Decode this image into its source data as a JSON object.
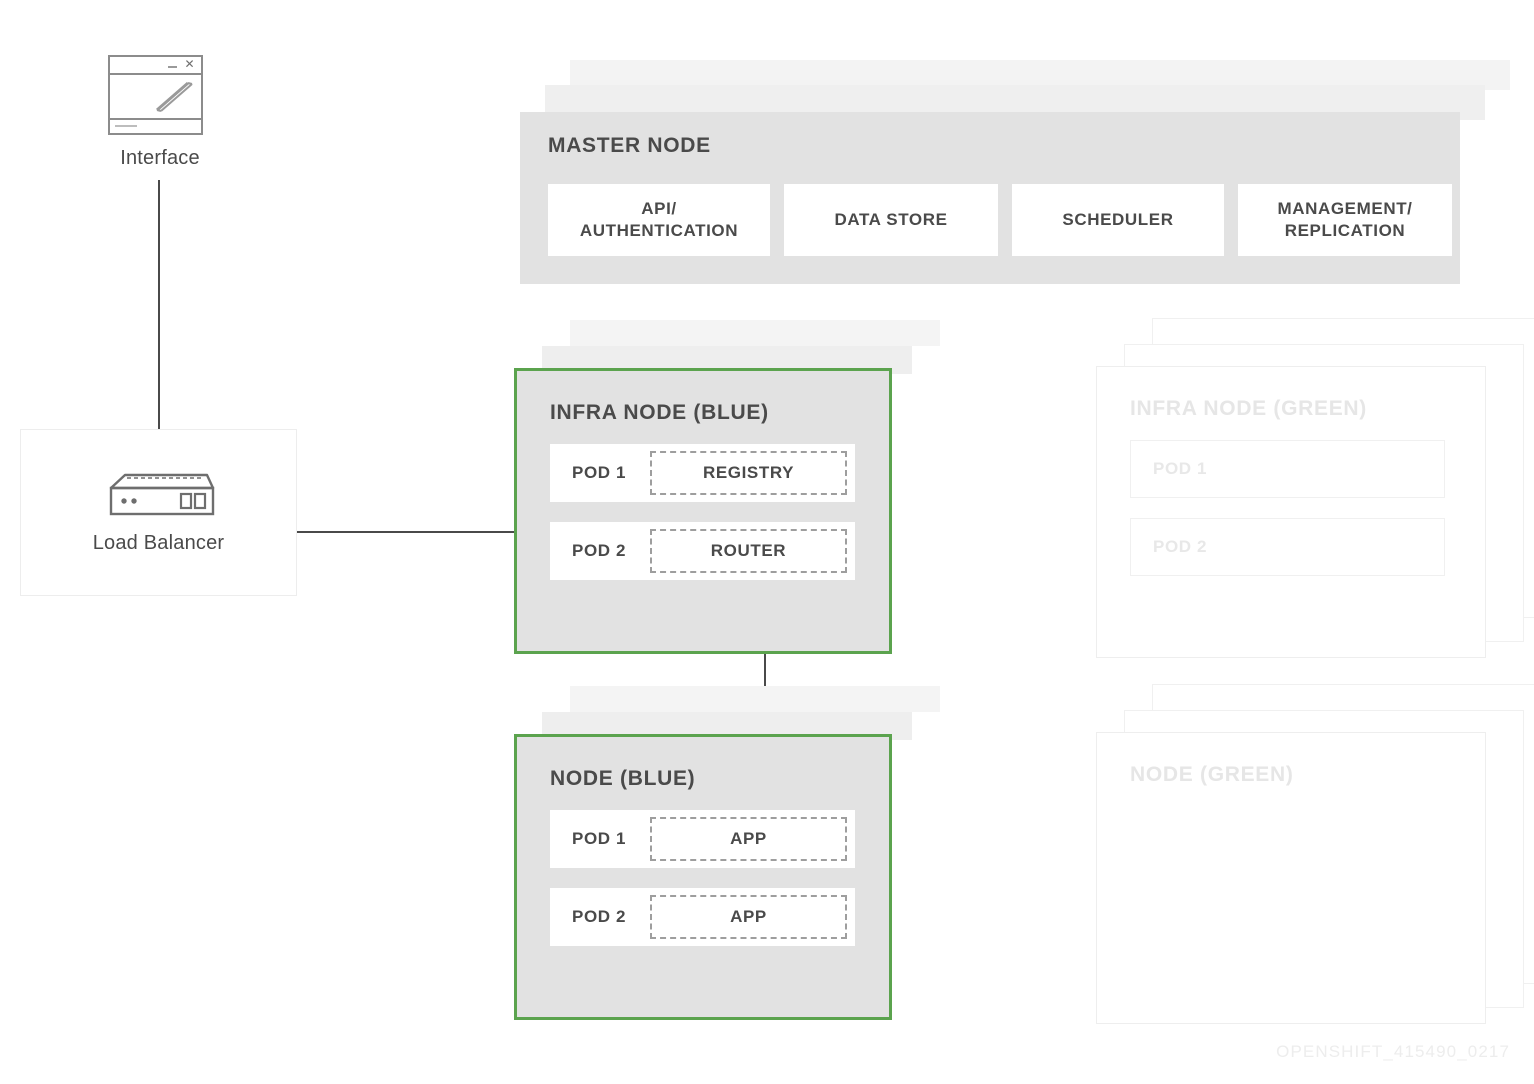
{
  "diagram": {
    "watermark": "OPENSHIFT_415490_0217",
    "accent_green": "#5ba34e",
    "card_fill": "#e2e2e2",
    "text_color": "#4a4a4a",
    "ghost_color": "#e8e8e8"
  },
  "interface": {
    "caption": "Interface",
    "icon": "browser-window-icon",
    "close_glyph": "✕"
  },
  "load_balancer": {
    "caption": "Load Balancer",
    "icon": "server-appliance-icon"
  },
  "master_node": {
    "title": "MASTER NODE",
    "components": [
      {
        "label": "API/\nAUTHENTICATION",
        "line1": "API/",
        "line2": "AUTHENTICATION"
      },
      {
        "label": "DATA STORE",
        "line1": "DATA STORE",
        "line2": ""
      },
      {
        "label": "SCHEDULER",
        "line1": "SCHEDULER",
        "line2": ""
      },
      {
        "label": "MANAGEMENT/\nREPLICATION",
        "line1": "MANAGEMENT/",
        "line2": "REPLICATION"
      }
    ]
  },
  "infra_node_blue": {
    "title": "INFRA NODE (BLUE)",
    "active": true,
    "pods": [
      {
        "label": "POD 1",
        "content": "REGISTRY"
      },
      {
        "label": "POD 2",
        "content": "ROUTER"
      }
    ]
  },
  "node_blue": {
    "title": "NODE (BLUE)",
    "active": true,
    "pods": [
      {
        "label": "POD 1",
        "content": "APP"
      },
      {
        "label": "POD 2",
        "content": "APP"
      }
    ]
  },
  "infra_node_green": {
    "title": "INFRA NODE (GREEN)",
    "active": false,
    "pods": [
      {
        "label": "POD 1",
        "content": ""
      },
      {
        "label": "POD 2",
        "content": ""
      }
    ]
  },
  "node_green": {
    "title": "NODE (GREEN)",
    "active": false,
    "pods": []
  }
}
